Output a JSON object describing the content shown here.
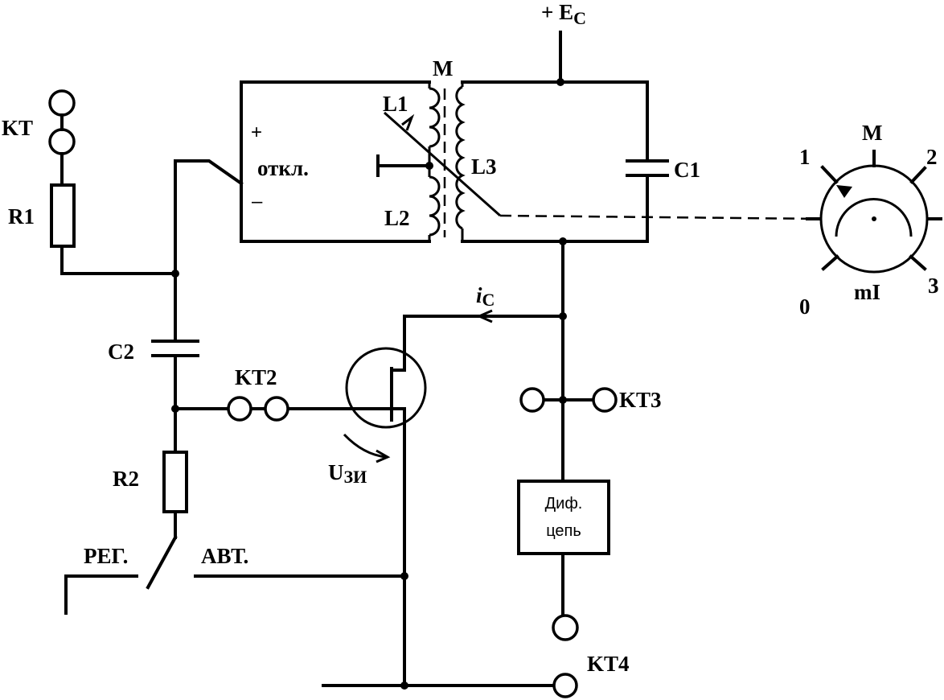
{
  "labels": {
    "supply": "+ E",
    "supply_sub": "C",
    "mutual": "M",
    "L1": "L1",
    "L2": "L2",
    "L3": "L3",
    "C1": "C1",
    "C2": "C2",
    "R1": "R1",
    "R2": "R2",
    "KT": "KT",
    "KT2": "KT2",
    "KT3": "KT3",
    "KT4": "KT4",
    "switch_off": "откл.",
    "plus": "+",
    "minus": "–",
    "drain_current": "i",
    "drain_current_sub": "C",
    "gate_voltage": "U",
    "gate_voltage_sub": "ЗИ",
    "diff_line1": "Диф.",
    "diff_line2": "цепь",
    "reg": "РЕГ.",
    "auto": "АВТ."
  },
  "meter": {
    "title": "M",
    "unit": "mI",
    "scale": [
      "0",
      "1",
      "2",
      "3"
    ]
  }
}
